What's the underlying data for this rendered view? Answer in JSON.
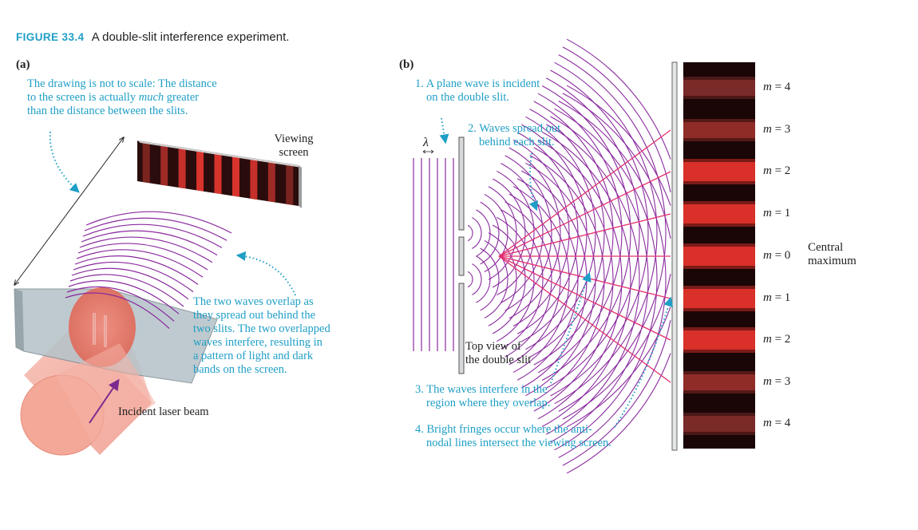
{
  "figure": {
    "label": "FIGURE 33.4",
    "caption": "A double-slit interference experiment."
  },
  "panel_a": {
    "label": "(a)",
    "note_scale_1": "The drawing is not to scale: The distance",
    "note_scale_2_pre": "to the screen is actually ",
    "note_scale_2_em": "much",
    "note_scale_2_post": " greater",
    "note_scale_3": "than the distance between the slits.",
    "screen_label_1": "Viewing",
    "screen_label_2": "screen",
    "overlap_1": "The two waves overlap as",
    "overlap_2": "they spread out behind the",
    "overlap_3": "two slits. The two overlapped",
    "overlap_4": "waves interfere, resulting in",
    "overlap_5": "a pattern of light and dark",
    "overlap_6": "bands on the screen.",
    "laser_label": "Incident laser beam"
  },
  "panel_b": {
    "label": "(b)",
    "step1_1": "1. A plane wave is incident",
    "step1_2": "on the double slit.",
    "step2_1": "2. Waves spread out",
    "step2_2": "behind each slit.",
    "lambda": "λ",
    "topview_1": "Top view of",
    "topview_2": "the double slit",
    "step3_1": "3. The waves interfere in the",
    "step3_2": "region where they overlap.",
    "step4_1": "4. Bright fringes occur where the anti-",
    "step4_2": "nodal lines intersect the viewing screen.",
    "central_1": "Central",
    "central_2": "maximum",
    "fringes": [
      {
        "m": "m",
        "eq": " = 4"
      },
      {
        "m": "m",
        "eq": " = 3"
      },
      {
        "m": "m",
        "eq": " = 2"
      },
      {
        "m": "m",
        "eq": " = 1"
      },
      {
        "m": "m",
        "eq": " = 0"
      },
      {
        "m": "m",
        "eq": " = 1"
      },
      {
        "m": "m",
        "eq": " = 2"
      },
      {
        "m": "m",
        "eq": " = 3"
      },
      {
        "m": "m",
        "eq": " = 4"
      }
    ]
  },
  "colors": {
    "annotation": "#1f9fc6",
    "wave": "#8a2a9e",
    "antinodal": "#e2306e",
    "bright_fringe": "#d9302a",
    "dark_fringe": "#1a0606"
  }
}
